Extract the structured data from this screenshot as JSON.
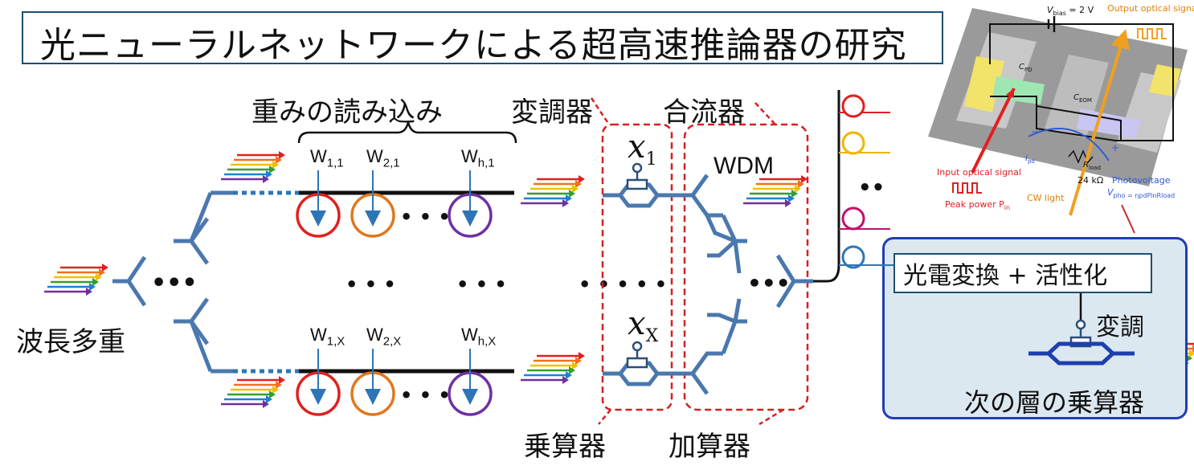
{
  "title": "光ニューラルネットワークによる超高速推論器の研究",
  "labels": {
    "weight_load": "重みの読み込み",
    "modulator": "変調器",
    "combiner": "合流器",
    "wdm": "WDM",
    "multiplexing": "波長多重",
    "multiplier": "乗算器",
    "adder": "加算器",
    "conversion": "光電変換 + 活性化",
    "modulation": "変調",
    "next_layer": "次の層の乗算器"
  },
  "weights": {
    "top": [
      {
        "base": "W",
        "sub": "1,1"
      },
      {
        "base": "W",
        "sub": "2,1"
      },
      {
        "base": "W",
        "sub": "h,1"
      }
    ],
    "bottom": [
      {
        "base": "W",
        "sub": "1,X"
      },
      {
        "base": "W",
        "sub": "2,X"
      },
      {
        "base": "W",
        "sub": "h,X"
      }
    ]
  },
  "inputs": {
    "x_top": {
      "base": "x",
      "sub": "1"
    },
    "x_bottom": {
      "base": "x",
      "sub": "X"
    }
  },
  "inset": {
    "v_bias": "V",
    "v_bias_sub": "bias",
    "v_bias_value": " = 2 V",
    "output_signal": "Output optical signal",
    "input_signal": "Input optical signal",
    "peak_power": "Peak power P",
    "peak_power_sub": "in",
    "cw_light": "CW light",
    "photovoltage": "Photovoltage",
    "c_pd": "C",
    "c_pd_sub": "PD",
    "c_eom": "C",
    "c_eom_sub": "EOM",
    "r_load": "R",
    "r_load_sub": "load",
    "r_value": "24 kΩ",
    "i_pd": "I",
    "i_pd_sub": "pd",
    "v_pho": "V",
    "v_pho_rest": "pho = ηpdPinRload"
  },
  "colors": {
    "title_border": "#1f4e6e",
    "waveguide": "#4a78ae",
    "dashed_red": "#d62020",
    "ring_red": "#e02020",
    "ring_orange": "#e07820",
    "ring_purple": "#7030a0",
    "ring_yellow": "#f0b400",
    "ring_magenta": "#c0106c",
    "ring_blue": "#2e75b6",
    "box_blue": "#1f3fae",
    "box_fill": "#dce8f0"
  }
}
